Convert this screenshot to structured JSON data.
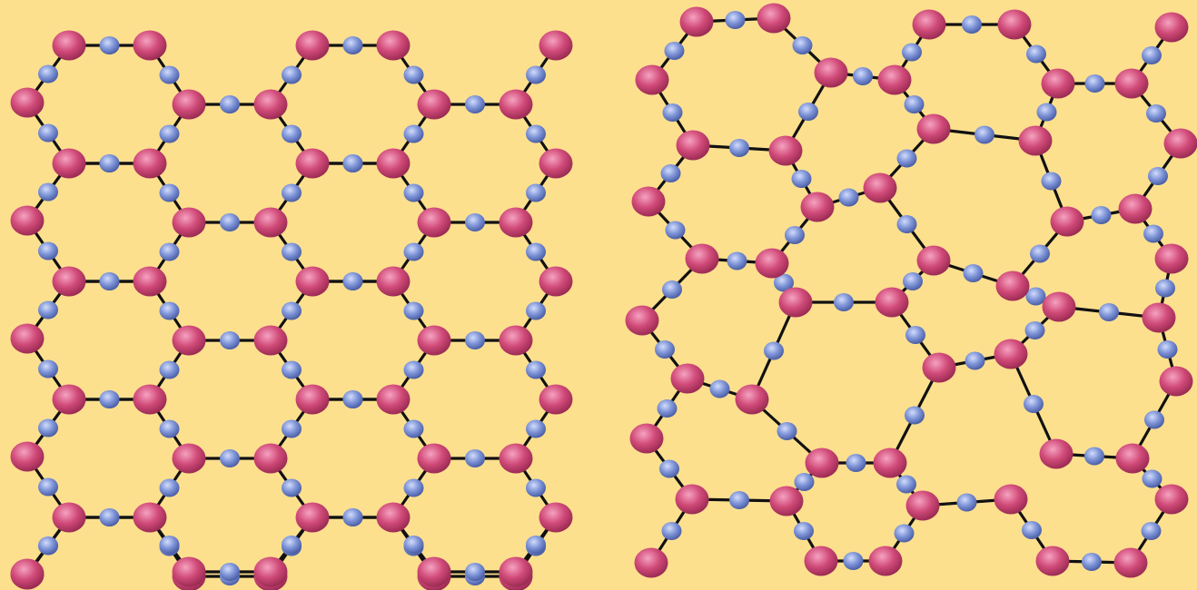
{
  "colors": {
    "background": "#fde08e",
    "bond": "#111111",
    "atom_a_fill": "#d04a78",
    "atom_a_highlight": "#f6a2c0",
    "atom_a_shade": "#9c2c54",
    "atom_b_fill": "#7c92d6",
    "atom_b_highlight": "#d2dcfb",
    "atom_b_shade": "#4c5fa6"
  },
  "panels": [
    {
      "id": "crystalline",
      "structure": "ordered-hexagonal-network"
    },
    {
      "id": "amorphous",
      "structure": "disordered-random-network"
    }
  ]
}
